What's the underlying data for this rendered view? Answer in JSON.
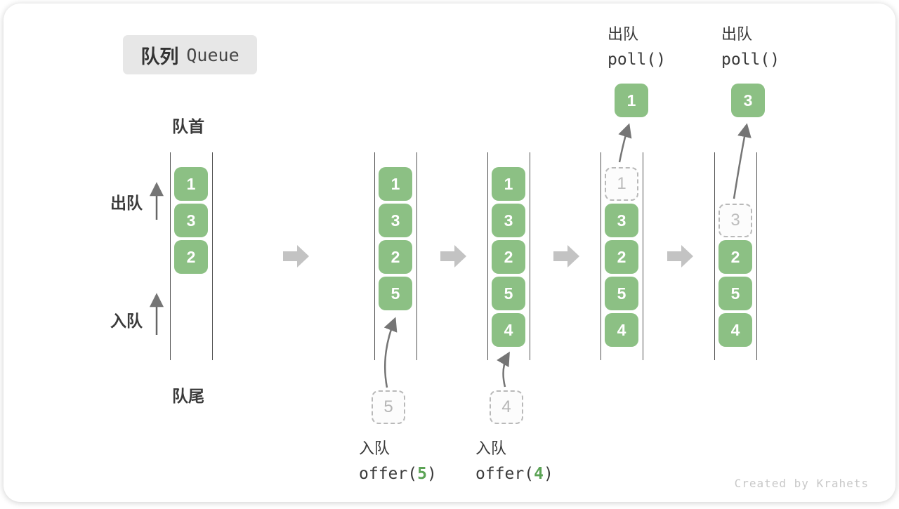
{
  "title": {
    "zh": "队列",
    "en": "Queue"
  },
  "labels": {
    "front": "队首",
    "rear": "队尾",
    "dequeue": "出队",
    "enqueue": "入队"
  },
  "states": [
    {
      "slots": [
        {
          "v": "1"
        },
        {
          "v": "3"
        },
        {
          "v": "2"
        }
      ]
    },
    {
      "slots": [
        {
          "v": "1"
        },
        {
          "v": "3"
        },
        {
          "v": "2"
        },
        {
          "v": "5"
        }
      ]
    },
    {
      "slots": [
        {
          "v": "1"
        },
        {
          "v": "3"
        },
        {
          "v": "2"
        },
        {
          "v": "5"
        },
        {
          "v": "4"
        }
      ]
    },
    {
      "slots": [
        {
          "v": "1",
          "removed": true
        },
        {
          "v": "3"
        },
        {
          "v": "2"
        },
        {
          "v": "5"
        },
        {
          "v": "4"
        }
      ]
    },
    {
      "slots": [
        {
          "v": "3",
          "removed": true
        },
        {
          "v": "2"
        },
        {
          "v": "5"
        },
        {
          "v": "4"
        }
      ]
    }
  ],
  "pending": {
    "enqueue5": "5",
    "enqueue4": "4"
  },
  "floating": {
    "poll1": "1",
    "poll2": "3"
  },
  "operations": {
    "enqueue5": {
      "label": "入队",
      "code_prefix": "offer(",
      "arg": "5",
      "code_suffix": ")"
    },
    "enqueue4": {
      "label": "入队",
      "code_prefix": "offer(",
      "arg": "4",
      "code_suffix": ")"
    },
    "poll1": {
      "label": "出队",
      "code": "poll()"
    },
    "poll2": {
      "label": "出队",
      "code": "poll()"
    }
  },
  "watermark": "Created by Krahets",
  "colors": {
    "box_green": "#8cc084",
    "code_arg_green": "#5ba355",
    "rail_gray": "#525252",
    "dashed_gray": "#b9b9b9",
    "block_arrow_gray": "#c3c3c3",
    "title_bg": "#e7e7e7",
    "watermark_gray": "#c8c8c8"
  }
}
